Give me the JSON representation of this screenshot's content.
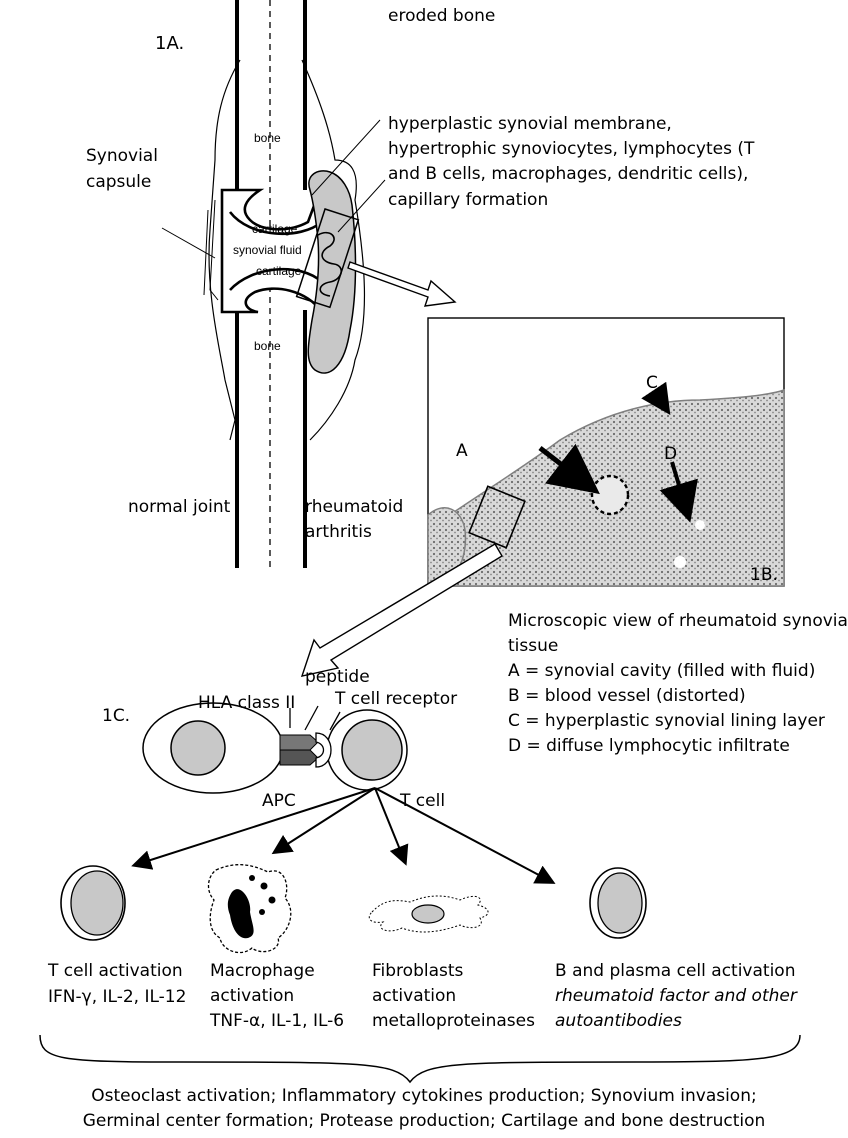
{
  "panel_1a": {
    "label": "1A.",
    "eroded_bone": "eroded bone",
    "hyperplastic": [
      "hyperplastic synovial membrane,",
      "hypertrophic synoviocytes, lymphocytes (T",
      "and B cells, macrophages, dendritic cells),",
      "capillary formation"
    ],
    "synovial_capsule": [
      "Synovial",
      "capsule"
    ],
    "bone_top": "bone",
    "cartilage_top": "cartilage",
    "synovial_fluid": "synovial fluid",
    "cartilage_bottom": "cartilage",
    "bone_bottom": "bone",
    "normal_joint": "normal joint",
    "rheumatoid": [
      "rheumatoid",
      "arthritis"
    ]
  },
  "panel_1b": {
    "label": "1B.",
    "marker_a": "A",
    "marker_c": "C",
    "marker_d": "D",
    "caption_title": [
      "Microscopic view of rheumatoid synovial",
      "tissue"
    ],
    "legend": [
      "A = synovial cavity (filled with fluid)",
      "B = blood vessel (distorted)",
      "C = hyperplastic synovial lining layer",
      "D = diffuse lymphocytic infiltrate"
    ]
  },
  "panel_1c": {
    "label": "1C.",
    "hla": "HLA class II",
    "peptide": "peptide",
    "tcr": "T cell receptor",
    "apc": "APC",
    "tcell": "T cell"
  },
  "outcomes": [
    {
      "title": "T cell activation",
      "detail": "IFN-γ, IL-2, IL-12"
    },
    {
      "title": "Macrophage",
      "title2": "activation",
      "detail": "TNF-α, IL-1, IL-6"
    },
    {
      "title": "Fibroblasts",
      "title2": "activation",
      "detail": "metalloproteinases"
    },
    {
      "title": "B and plasma cell activation",
      "detail": "rheumatoid factor and other",
      "detail2": "autoantibodies"
    }
  ],
  "summary": [
    "Osteoclast activation; Inflammatory cytokines production; Synovium invasion;",
    "Germinal center formation; Protease production; Cartilage and bone destruction"
  ],
  "colors": {
    "gray_fill": "#c8c8c8",
    "dark_fill": "#555555",
    "tissue": "#b8b8b8"
  }
}
